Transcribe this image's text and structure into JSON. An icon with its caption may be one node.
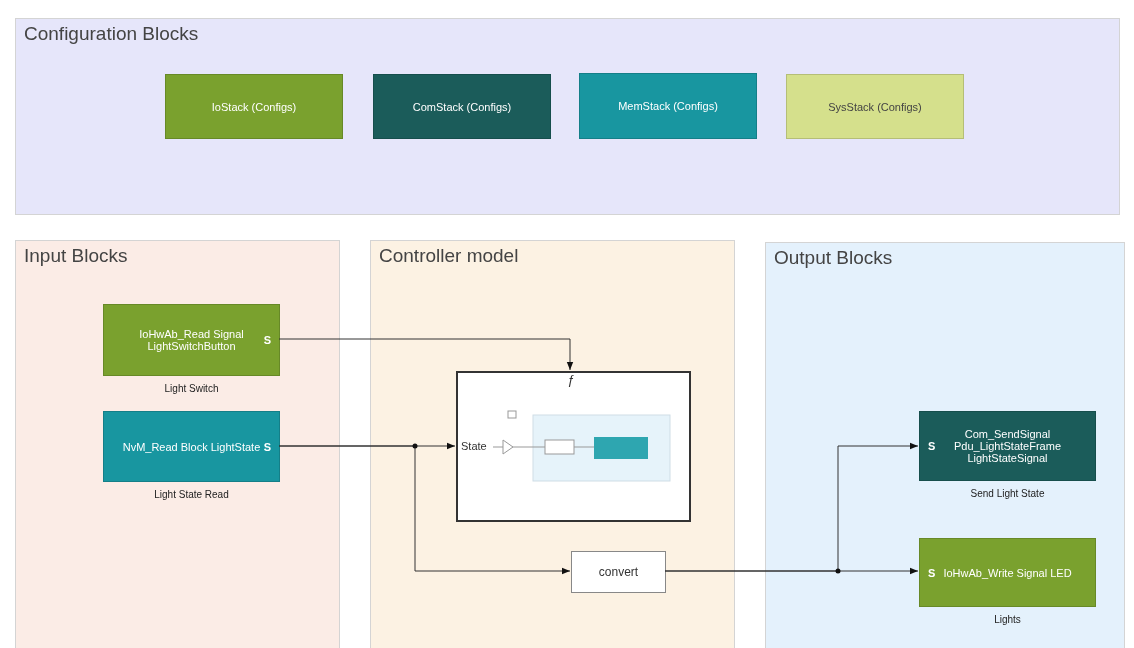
{
  "diagram": {
    "nodes": [
      {
        "text": [
          "Configuration Blocks"
        ]
      },
      {
        "text": [
          "IoStack (Configs)"
        ],
        "in": 0
      },
      {
        "text": [
          "ComStack (Configs)"
        ],
        "in": 0
      },
      {
        "text": [
          "MemStack (Configs)"
        ],
        "in": 0
      },
      {
        "text": [
          "SysStack (Configs)"
        ],
        "in": 0
      },
      {
        "text": [
          "Input Blocks"
        ]
      },
      {
        "text": [
          "IoHwAb_Read Signal LightSwitchButton",
          "S"
        ],
        "beside": [
          "Light Switch"
        ],
        "in": 5
      },
      {
        "text": [
          "NvM_Read Block LightState",
          "S"
        ],
        "beside": [
          "Light State Read"
        ],
        "in": 5
      },
      {
        "text": [
          "Controller model"
        ]
      },
      {
        "text": [
          "ƒ",
          "State"
        ],
        "in": 8
      },
      {
        "text": [
          "convert"
        ],
        "in": 8
      },
      {
        "text": [
          "Output Blocks"
        ]
      },
      {
        "text": [
          "S",
          "Com_SendSignal Pdu_LightStateFrame LightStateSignal"
        ],
        "beside": [
          "Send Light State"
        ],
        "in": 11
      },
      {
        "text": [
          "S",
          "IoHwAb_Write Signal LED"
        ],
        "beside": [
          "Lights"
        ],
        "in": 11
      }
    ],
    "edges": [
      {
        "from": 6,
        "to": 9,
        "arrow": "to"
      },
      {
        "from": 7,
        "to": 9,
        "arrow": "to"
      },
      {
        "from": 7,
        "to": 10,
        "arrow": "to"
      },
      {
        "from": 10,
        "to": 12,
        "arrow": "to"
      },
      {
        "from": 10,
        "to": 13,
        "arrow": "to"
      }
    ]
  }
}
